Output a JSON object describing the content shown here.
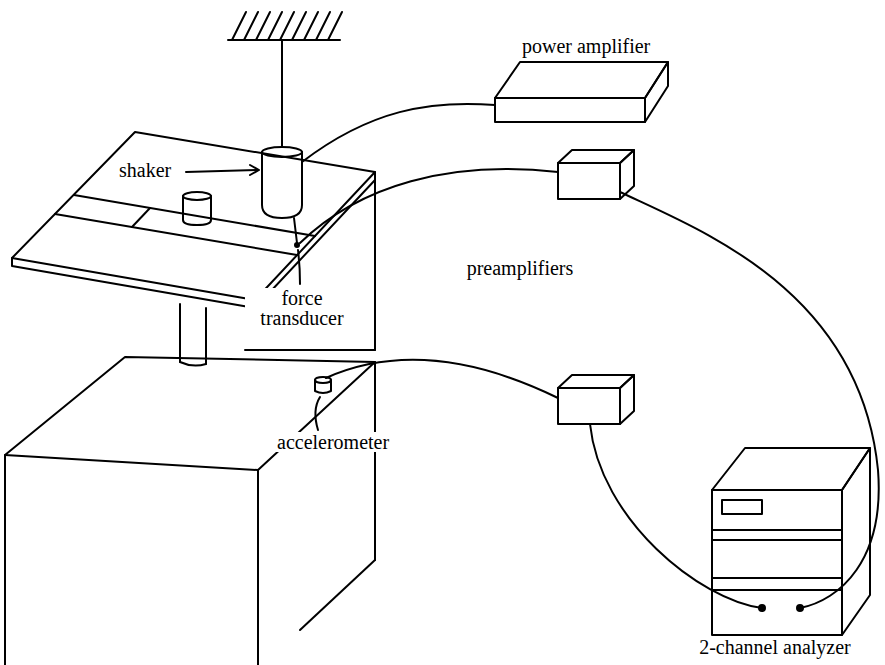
{
  "diagram": {
    "labels": [
      "shaker",
      "power amplifier",
      "force transducer",
      "preamplifiers",
      "accelerometer",
      "2-channel analyzer"
    ]
  }
}
